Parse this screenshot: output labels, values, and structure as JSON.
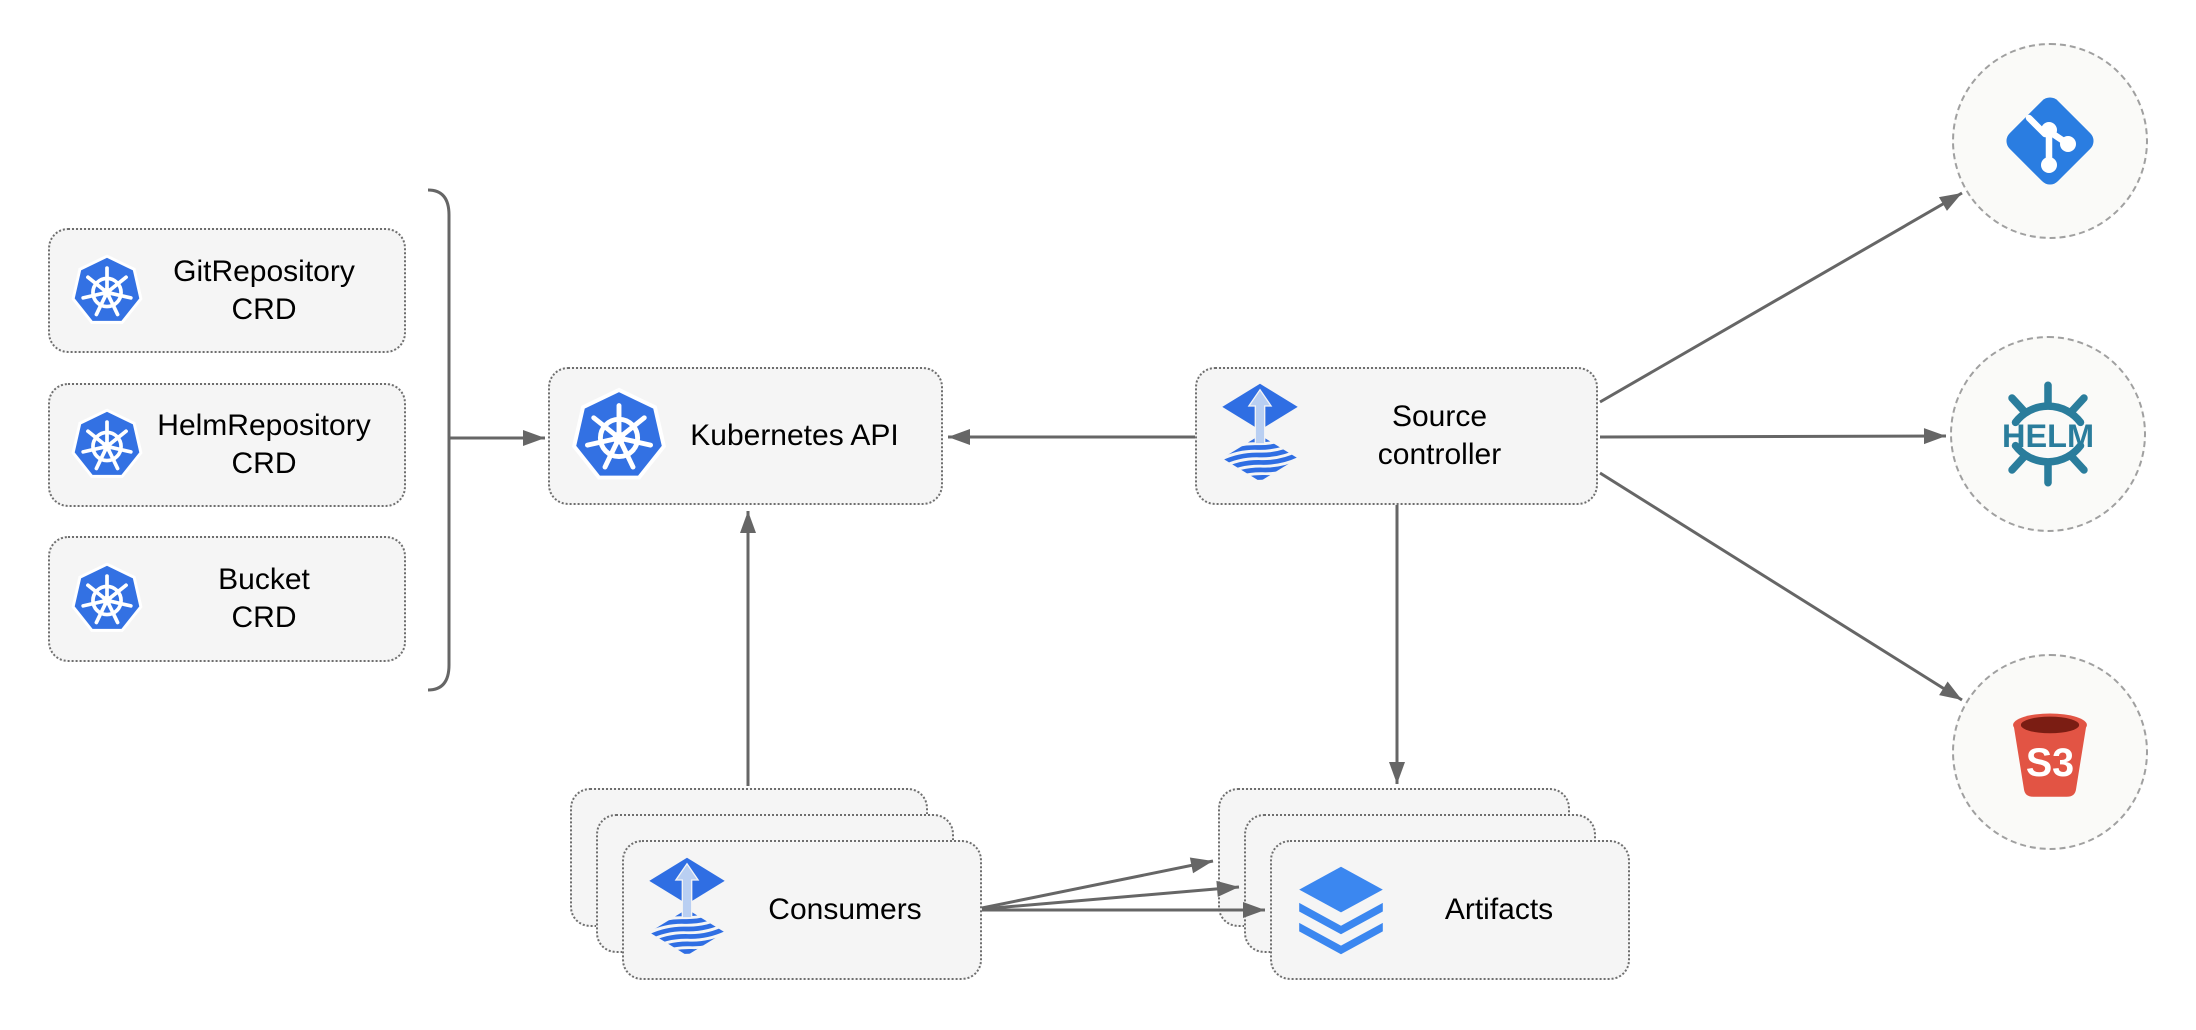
{
  "diagram": {
    "nodes": {
      "git_repository_crd": {
        "line1": "GitRepository",
        "line2": "CRD"
      },
      "helm_repository_crd": {
        "line1": "HelmRepository",
        "line2": "CRD"
      },
      "bucket_crd": {
        "line1": "Bucket",
        "line2": "CRD"
      },
      "kubernetes_api": {
        "label": "Kubernetes API"
      },
      "source_controller": {
        "line1": "Source",
        "line2": "controller"
      },
      "consumers": {
        "label": "Consumers"
      },
      "artifacts": {
        "label": "Artifacts"
      }
    },
    "external_targets": {
      "git": {
        "icon": "git-icon",
        "label": ""
      },
      "helm": {
        "icon": "helm-icon",
        "label": "HELM"
      },
      "s3": {
        "icon": "s3-bucket-icon",
        "label": "S3"
      }
    },
    "edges": [
      {
        "from": "crd-bracket",
        "to": "kubernetes-api"
      },
      {
        "from": "source-controller",
        "to": "kubernetes-api"
      },
      {
        "from": "consumers",
        "to": "kubernetes-api"
      },
      {
        "from": "source-controller",
        "to": "artifacts"
      },
      {
        "from": "source-controller",
        "to": "git"
      },
      {
        "from": "source-controller",
        "to": "helm"
      },
      {
        "from": "source-controller",
        "to": "s3"
      },
      {
        "from": "consumers",
        "to": "artifacts"
      },
      {
        "from": "consumers",
        "to": "artifacts"
      },
      {
        "from": "consumers",
        "to": "artifacts"
      }
    ],
    "colors": {
      "node_fill": "#f5f5f5",
      "node_border": "#6e6e6e",
      "circle_fill": "#fafaf8",
      "circle_border": "#a0a0a0",
      "arrow": "#666666",
      "kubernetes_blue": "#3371e3",
      "flux_blue": "#2f6ee3",
      "flux_arrow_light": "#b9cff2",
      "git_blue": "#2a7de1",
      "helm_teal": "#2a7d9c",
      "s3_red": "#e25444",
      "s3_dark": "#7b1d13",
      "layers_blue": "#3b87f0"
    }
  }
}
